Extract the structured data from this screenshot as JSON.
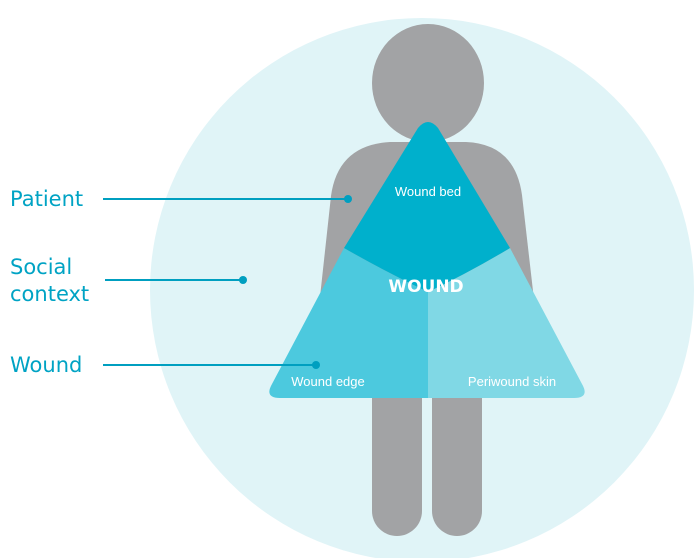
{
  "labels": {
    "patient": "Patient",
    "social_line1": "Social",
    "social_line2": "context",
    "wound": "Wound"
  },
  "triangle": {
    "center": "WOUND",
    "bed": "Wound bed",
    "edge": "Wound edge",
    "periwound": "Periwound skin"
  },
  "colors": {
    "label_text": "#00a3c4",
    "leader_line": "#009fc0",
    "circle_bg": "#e0f4f7",
    "person": "#a2a3a5",
    "bed": "#00b0cc",
    "edge": "#4cc9de",
    "periwound": "#80d8e5",
    "triangle_text": "#ffffff"
  }
}
